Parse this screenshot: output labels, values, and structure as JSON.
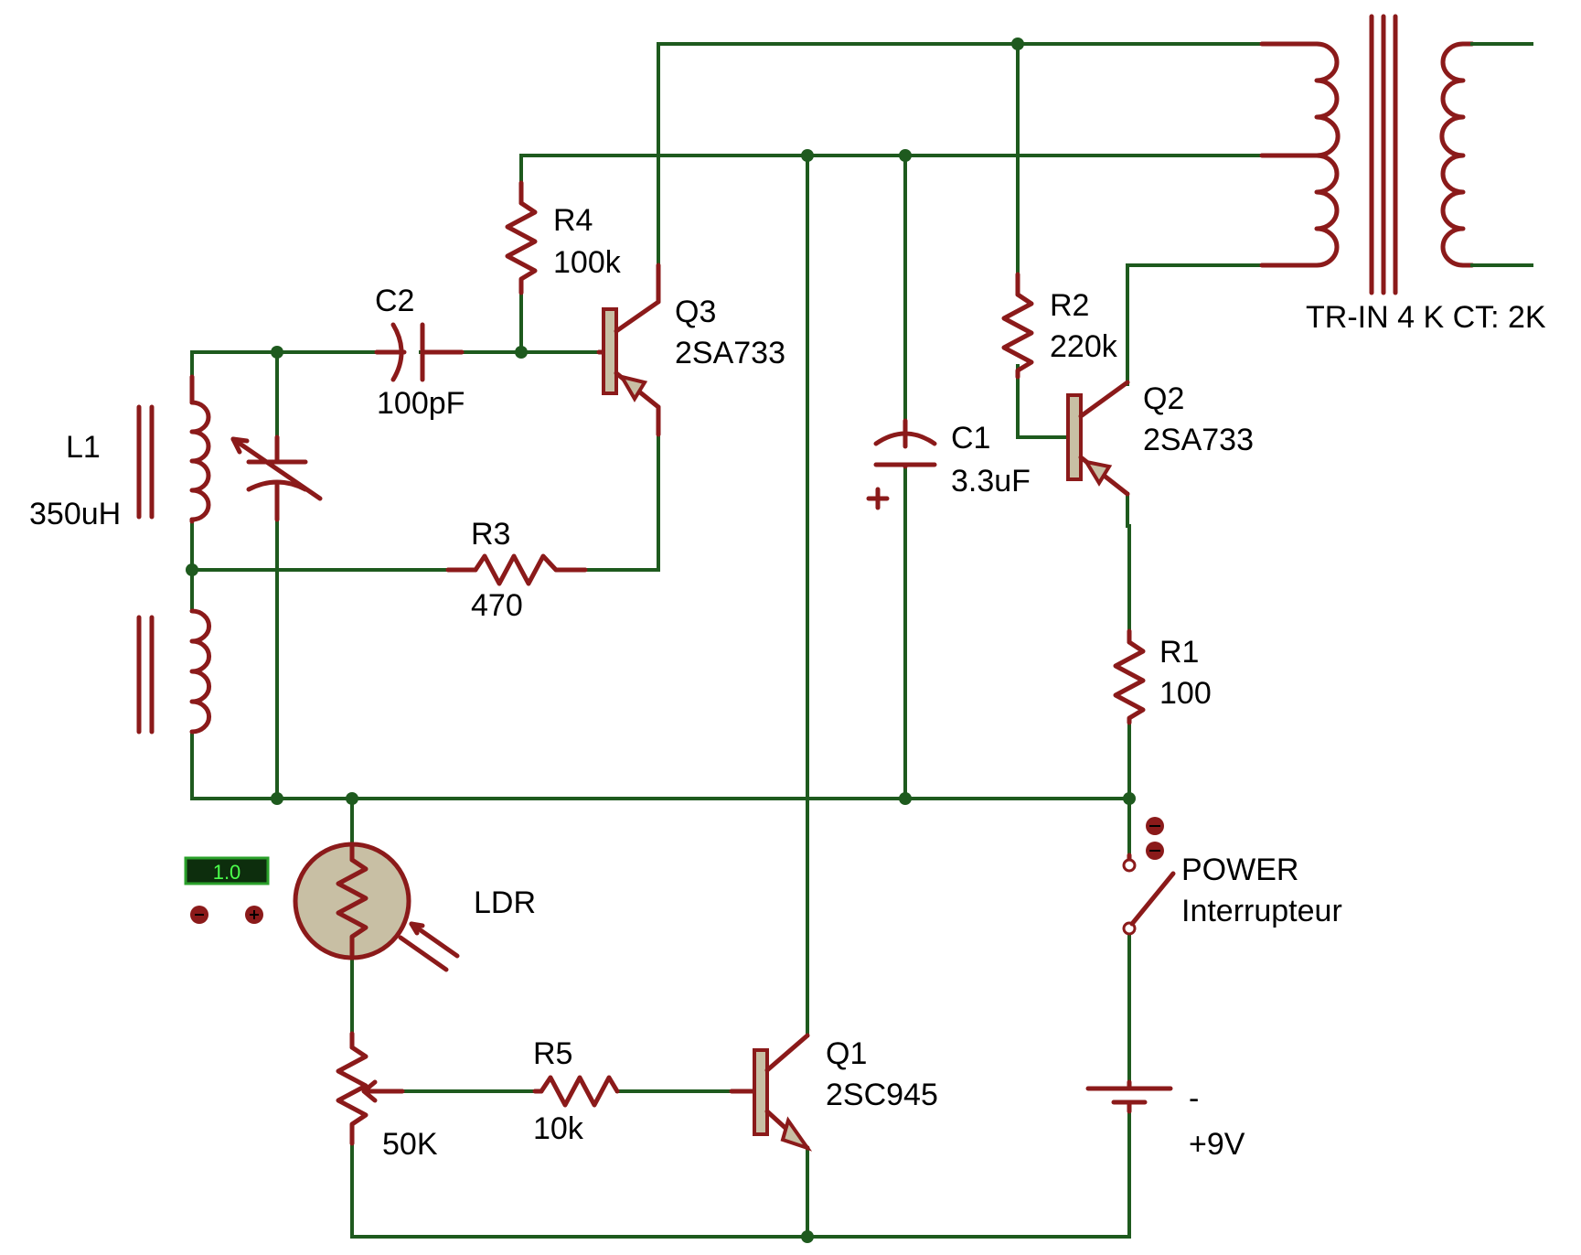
{
  "components": {
    "l1": {
      "ref": "L1",
      "value": "350uH"
    },
    "c2": {
      "ref": "C2",
      "value": "100pF"
    },
    "r4": {
      "ref": "R4",
      "value": "100k"
    },
    "q3": {
      "ref": "Q3",
      "value": "2SA733"
    },
    "r3": {
      "ref": "R3",
      "value": "470"
    },
    "c1": {
      "ref": "C1",
      "value": "3.3uF"
    },
    "r2": {
      "ref": "R2",
      "value": "220k"
    },
    "q2": {
      "ref": "Q2",
      "value": "2SA733"
    },
    "r1": {
      "ref": "R1",
      "value": "100"
    },
    "transformer": {
      "ref": "TR-IN 4 K CT: 2K"
    },
    "ldr": {
      "ref": "LDR"
    },
    "pot": {
      "value": "50K"
    },
    "r5": {
      "ref": "R5",
      "value": "10k"
    },
    "q1": {
      "ref": "Q1",
      "value": "2SC945"
    },
    "switch": {
      "ref": "POWER",
      "value": "Interrupteur"
    },
    "battery": {
      "ref": "-",
      "value": "+9V"
    },
    "ldr_meter": {
      "value": "1.0"
    }
  }
}
